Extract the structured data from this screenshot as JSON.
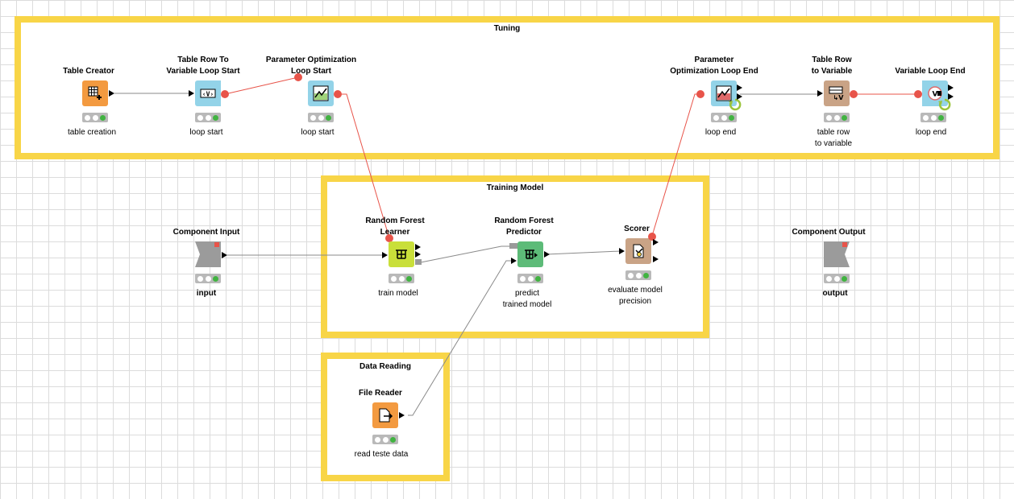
{
  "annotations": {
    "tuning": "Tuning",
    "training": "Training Model",
    "reading": "Data Reading"
  },
  "nodes": {
    "table_creator": {
      "title": "Table Creator",
      "label": "table creation"
    },
    "row_to_var_loop_start": {
      "title": "Table Row To\nVariable Loop Start",
      "label": "loop start"
    },
    "param_opt_loop_start": {
      "title": "Parameter Optimization\nLoop Start",
      "label": "loop start"
    },
    "param_opt_loop_end": {
      "title": "Parameter\nOptimization Loop End",
      "label": "loop end"
    },
    "table_row_to_variable": {
      "title": "Table Row\nto Variable",
      "label": "table row\nto variable"
    },
    "variable_loop_end": {
      "title": "Variable Loop End",
      "label": "loop end"
    },
    "component_input": {
      "title": "Component Input",
      "label": "input"
    },
    "rf_learner": {
      "title": "Random Forest\nLearner",
      "label": "train model"
    },
    "rf_predictor": {
      "title": "Random Forest\nPredictor",
      "label": "predict\ntrained model"
    },
    "scorer": {
      "title": "Scorer",
      "label": "evaluate model\nprecision"
    },
    "component_output": {
      "title": "Component Output",
      "label": "output"
    },
    "file_reader": {
      "title": "File Reader",
      "label": "read teste data"
    }
  },
  "colors": {
    "annotation_border": "#f8d547",
    "source_node": "#f39a40",
    "flow_node": "#93d3e8",
    "learner_node": "#c9df3a",
    "predictor_node": "#5dbb78",
    "other_node": "#c9a386",
    "component_node": "#9b9b9b",
    "variable_port": "#e8544a",
    "status_ok": "#41b341"
  }
}
